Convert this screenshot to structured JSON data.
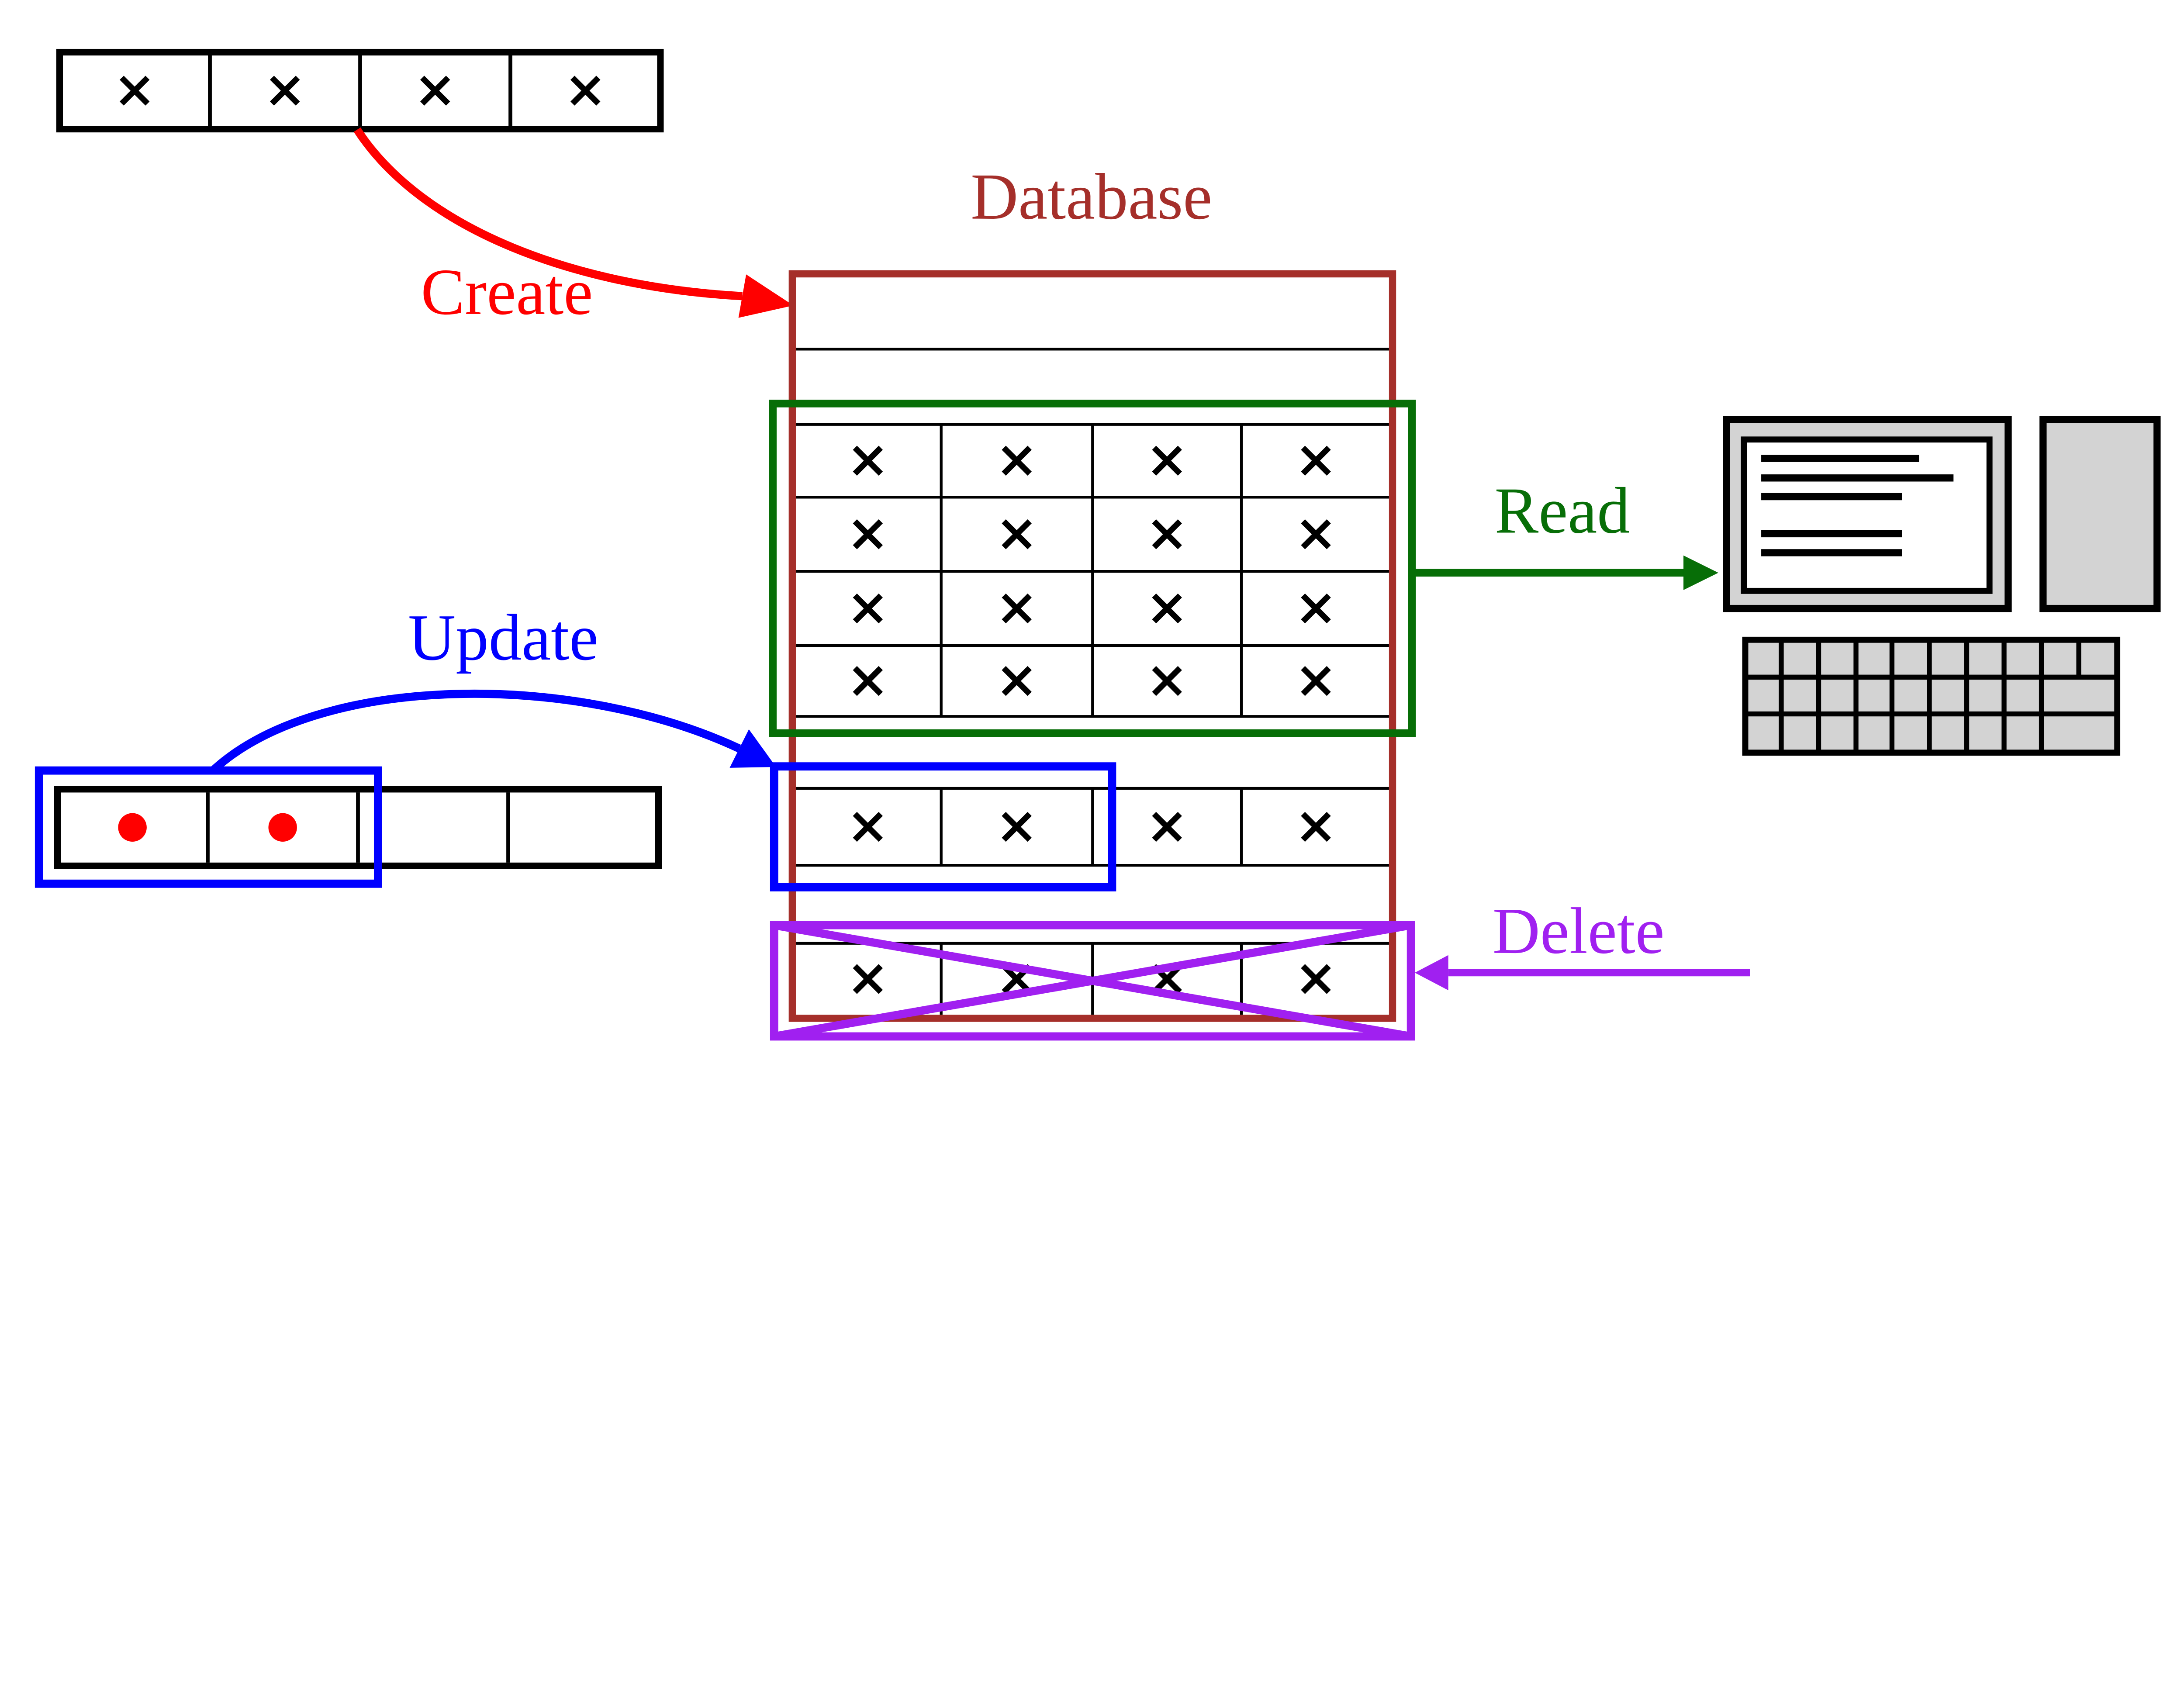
{
  "database": {
    "label": "Database",
    "border_color": "#a52f2a",
    "empty_rows": 2,
    "read_block": {
      "rows": 4,
      "columns": 4,
      "cell_marker": "x",
      "highlight_color": "#076e07"
    },
    "update_row": {
      "columns": 4,
      "cell_marker": "x",
      "highlighted_cells": 2,
      "highlight_color": "#0000ff"
    },
    "delete_row": {
      "columns": 4,
      "cell_marker": "x",
      "crossed_out": true,
      "highlight_color": "#a020f0"
    }
  },
  "operations": {
    "create": {
      "label": "Create",
      "color": "#ff0000"
    },
    "read": {
      "label": "Read",
      "color": "#076e07"
    },
    "update": {
      "label": "Update",
      "color": "#0000ff"
    },
    "delete": {
      "label": "Delete",
      "color": "#a020f0"
    }
  },
  "new_record": {
    "cells": 4,
    "cell_marker": "x"
  },
  "updated_record": {
    "cells": 4,
    "updated_cells": 2,
    "update_marker_color": "#ff0000",
    "highlight_color": "#0000ff"
  },
  "client_computer": {
    "screen_text_lines": 5,
    "keyboard_rows": 3,
    "keyboard_keys_top_row": 10,
    "body_color": "#d3d3d3"
  }
}
